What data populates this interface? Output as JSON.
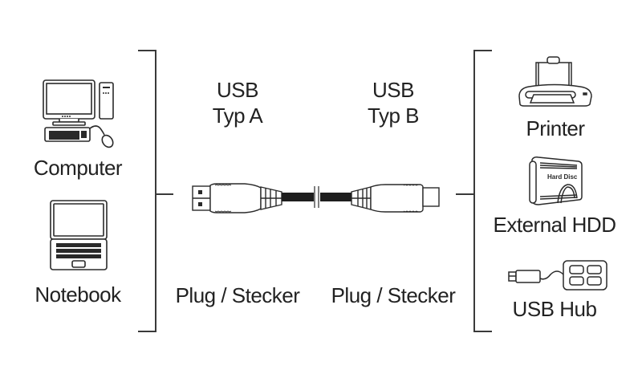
{
  "diagram": {
    "left_devices": [
      {
        "label": "Computer",
        "icon": "desktop-computer-icon"
      },
      {
        "label": "Notebook",
        "icon": "laptop-icon"
      }
    ],
    "right_devices": [
      {
        "label": "Printer",
        "icon": "printer-icon"
      },
      {
        "label": "External HDD",
        "icon": "external-hdd-icon",
        "icon_text": "Hard Disc"
      },
      {
        "label": "USB Hub",
        "icon": "usb-hub-icon"
      }
    ],
    "connector_a": {
      "line1": "USB",
      "line2": "Typ A",
      "caption": "Plug / Stecker"
    },
    "connector_b": {
      "line1": "USB",
      "line2": "Typ B",
      "caption": "Plug / Stecker"
    },
    "cable": {
      "type": "USB A to USB B cable",
      "break_symbol": "cable-break"
    }
  }
}
